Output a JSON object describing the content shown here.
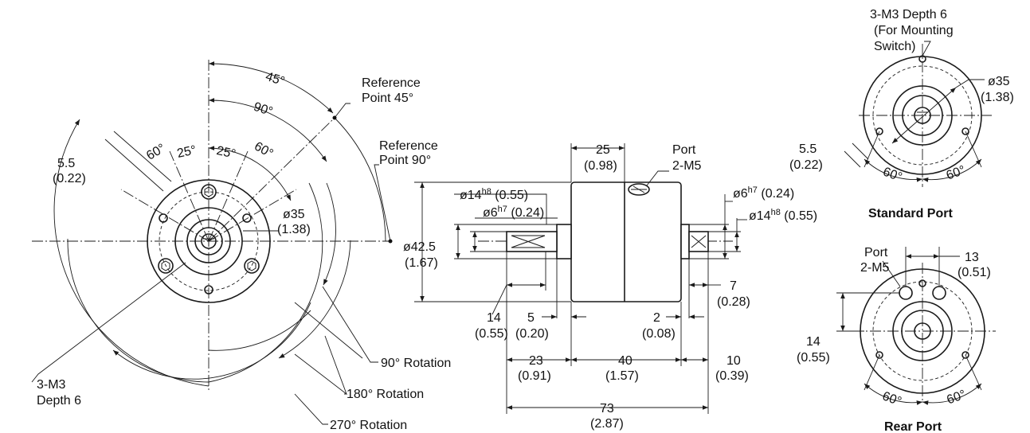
{
  "front_view": {
    "angle_45": "45°",
    "angle_90": "90°",
    "angle_60a": "60°",
    "angle_25a": "25°",
    "angle_25b": "25°",
    "angle_60b": "60°",
    "ref_45_line1": "Reference",
    "ref_45_line2": "Point 45°",
    "ref_90_line1": "Reference",
    "ref_90_line2": "Point 90°",
    "dim_55": "5.5",
    "dim_55_in": "(0.22)",
    "dia_35": "ø35",
    "dia_35_in": "(1.38)",
    "tap_line1": "3-M3",
    "tap_line2": "Depth 6",
    "rot_90": "90° Rotation",
    "rot_180": "180° Rotation",
    "rot_270": "270° Rotation"
  },
  "side_view": {
    "dim_25": "25",
    "dim_25_in": "(0.98)",
    "port_line1": "Port",
    "port_line2": "2-M5",
    "dia14_left": "ø14",
    "dia14_left_sup": "h8",
    "dia14_left_in": "(0.55)",
    "dia6_left": "ø6",
    "dia6_left_sup": "h7",
    "dia6_left_in": "(0.24)",
    "dia6_right": "ø6",
    "dia6_right_sup": "h7",
    "dia6_right_in": "(0.24)",
    "dia14_right": "ø14",
    "dia14_right_sup": "h8",
    "dia14_right_in": "(0.55)",
    "dia425": "ø42.5",
    "dia425_in": "(1.67)",
    "dim_14": "14",
    "dim_14_in": "(0.55)",
    "dim_5": "5",
    "dim_5_in": "(0.20)",
    "dim_2": "2",
    "dim_2_in": "(0.08)",
    "dim_7": "7",
    "dim_7_in": "(0.28)",
    "dim_23": "23",
    "dim_23_in": "(0.91)",
    "dim_40": "40",
    "dim_40_in": "(1.57)",
    "dim_10": "10",
    "dim_10_in": "(0.39)",
    "dim_73": "73",
    "dim_73_in": "(2.87)"
  },
  "standard_port": {
    "tap_line1": "3-M3 Depth 6",
    "tap_line2": "(For Mounting",
    "tap_line3": "Switch)",
    "dia_35": "ø35",
    "dia_35_in": "(1.38)",
    "dim_55": "5.5",
    "dim_55_in": "(0.22)",
    "angle_60a": "60°",
    "angle_60b": "60°",
    "title": "Standard Port"
  },
  "rear_port": {
    "port_line1": "Port",
    "port_line2": "2-M5",
    "dim_13": "13",
    "dim_13_in": "(0.51)",
    "dim_14": "14",
    "dim_14_in": "(0.55)",
    "angle_60a": "60°",
    "angle_60b": "60°",
    "title": "Rear Port"
  }
}
